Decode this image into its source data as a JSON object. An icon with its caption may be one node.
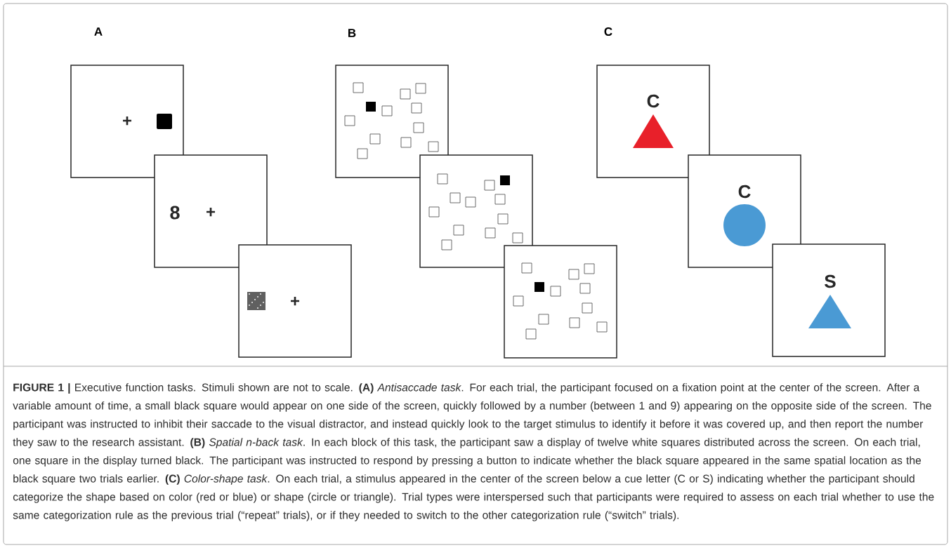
{
  "diagram": {
    "caption": "**FIGURE 1 |** Executive function tasks. Stimuli shown are not to scale. **(A)** *Antisaccade task*. For each trial, the participant focused on a fixation point at the center of the screen. After a variable amount of time, a small black square would appear on one side of the screen, quickly followed by a number (between 1 and 9) appearing on the opposite side of the screen. The participant was instructed to inhibit their saccade to the visual distractor, and instead quickly look to the target stimulus to identify it before it was covered up, and then report the number they saw to the research assistant. **(B)** *Spatial n-back task*. In each block of this task, the participant saw a display of twelve white squares distributed across the screen. On each trial, one square in the display turned black. The participant was instructed to respond by pressing a button to indicate whether the black square appeared in the same spatial location as the black square two trials earlier. **(C)** *Color-shape task*. On each trial, a stimulus appeared in the center of the screen below a cue letter (C or S) indicating whether the participant should categorize the shape based on color (red or blue) or shape (circle or triangle). Trial types were interspersed such that participants were required to assess on each trial whether to use the same categorization rule as the previous trial (“repeat” trials), or if they needed to switch to the other categorization rule (“switch” trials).",
    "nodes": [
      {
        "text": [
          "+"
        ]
      },
      {
        "text": [
          "8",
          "+"
        ]
      },
      {
        "text": [
          "+"
        ]
      },
      {
        "text": [],
        "shape": "box"
      },
      {
        "text": [],
        "shape": "box"
      },
      {
        "text": [],
        "shape": "box"
      },
      {
        "text": [
          "C"
        ]
      },
      {
        "text": [
          "C"
        ]
      },
      {
        "text": [
          "S"
        ]
      }
    ],
    "labels": [
      "A",
      "B",
      "C"
    ]
  }
}
